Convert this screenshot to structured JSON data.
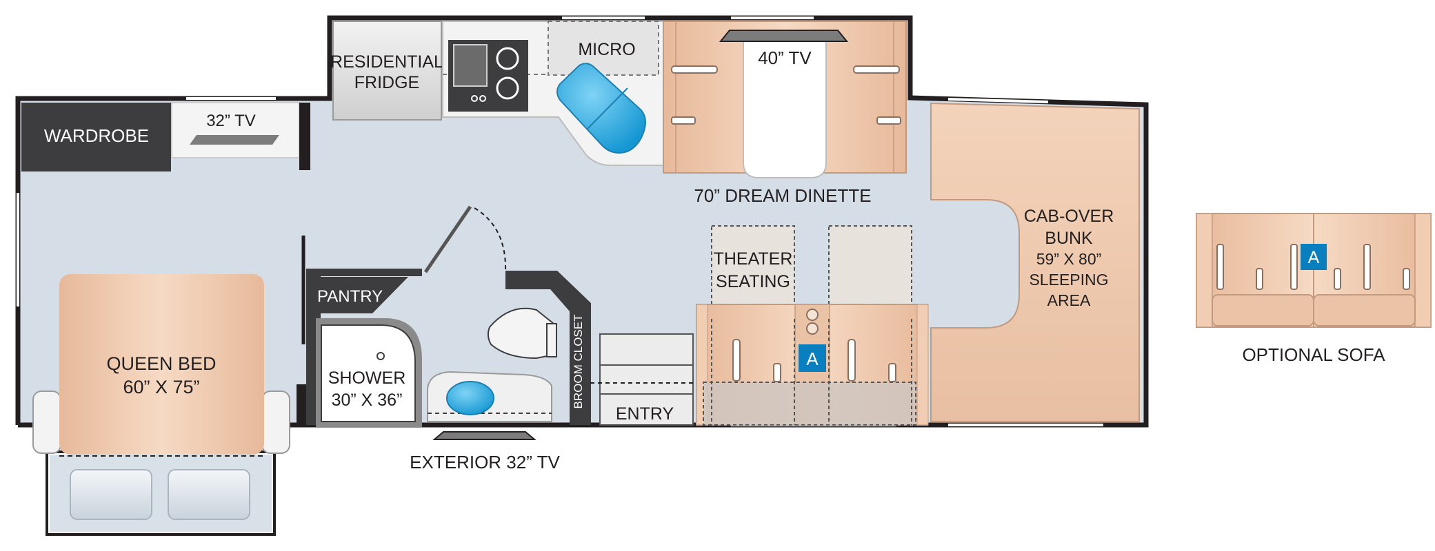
{
  "floorplan": {
    "rooms": {
      "wardrobe": "WARDROBE",
      "tv_bedroom": "32” TV",
      "fridge_line1": "RESIDENTIAL",
      "fridge_line2": "FRIDGE",
      "micro": "MICRO",
      "tv_dinette": "40” TV",
      "dinette": "70” DREAM DINETTE",
      "cabover_line1": "CAB-OVER",
      "cabover_line2": "BUNK",
      "cabover_line3": "59” X 80”",
      "cabover_line4": "SLEEPING",
      "cabover_line5": "AREA",
      "theater_line1": "THEATER",
      "theater_line2": "SEATING",
      "pantry": "PANTRY",
      "bed_line1": "QUEEN BED",
      "bed_line2": "60” X 75”",
      "shower_line1": "SHOWER",
      "shower_line2": "30” X 36”",
      "broom_closet": "BROOM CLOSET",
      "entry": "ENTRY",
      "exterior_tv": "EXTERIOR 32” TV",
      "badge_seat": "A",
      "optional_sofa": "OPTIONAL SOFA",
      "badge_sofa": "A"
    },
    "colors": {
      "floor": "#d5dde6",
      "wall": "#231f20",
      "furniture_tan": "#f2cfb5",
      "dark_cabinet": "#3d3d3f",
      "appliance_grey": "#e2e2e2",
      "blue": "#29a8e0",
      "badge_blue": "#0a7fc0"
    }
  }
}
